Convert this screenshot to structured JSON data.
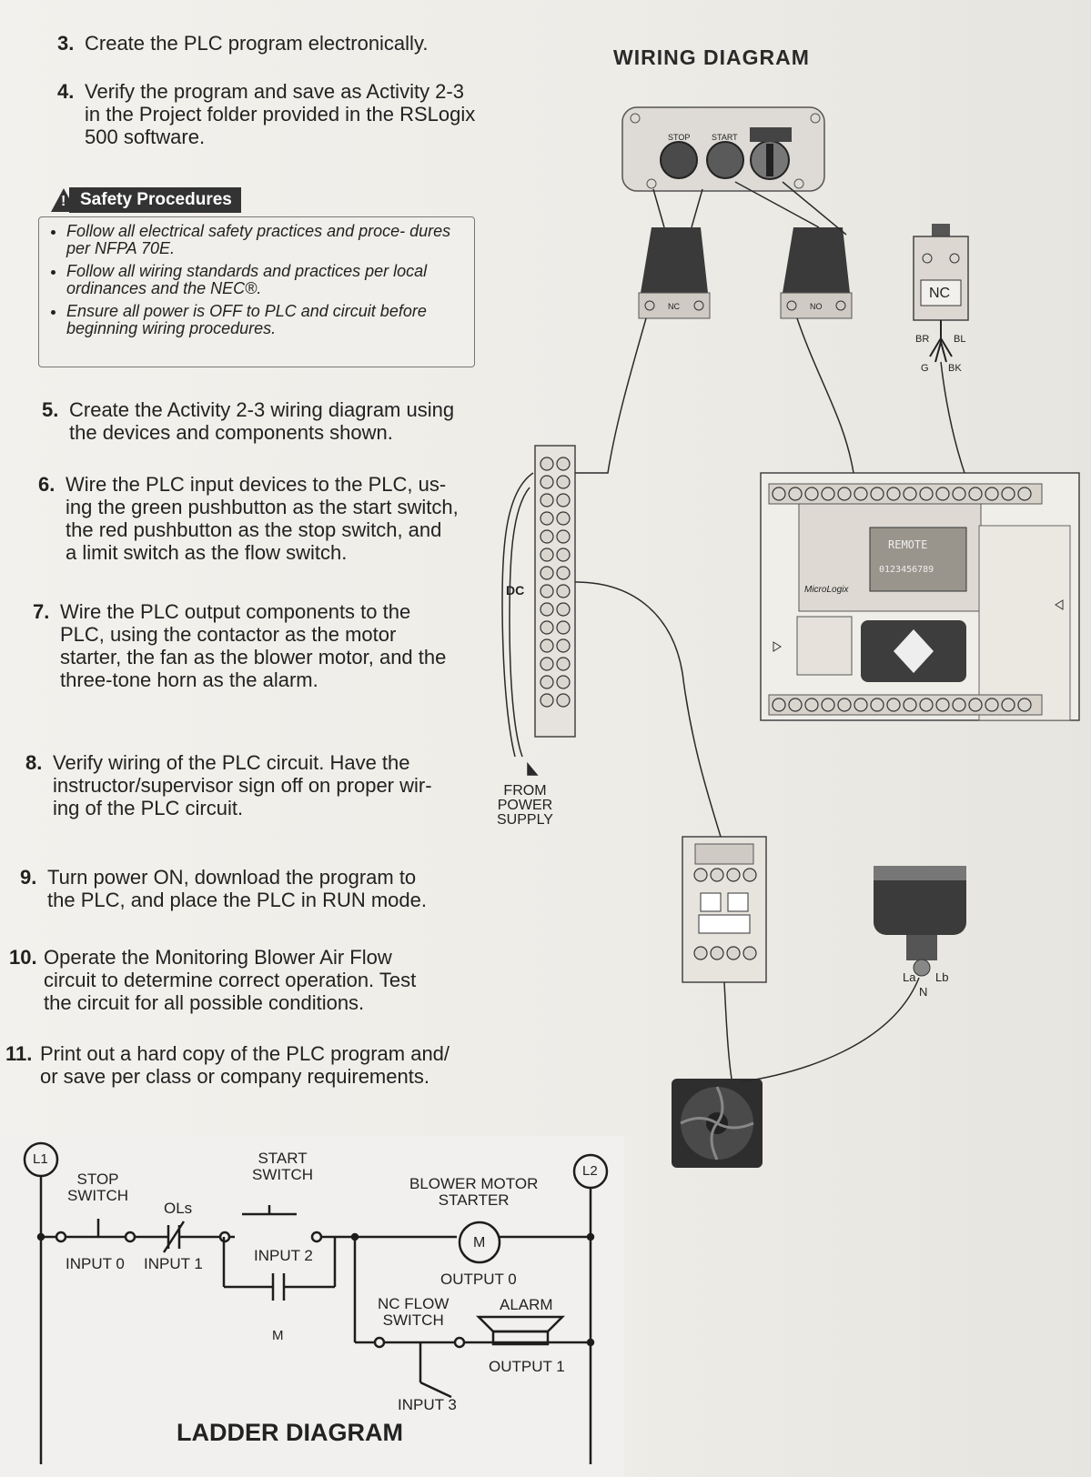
{
  "steps": {
    "s3": {
      "num": "3.",
      "text": "Create the PLC program electronically."
    },
    "s4": {
      "num": "4.",
      "line1": "Verify the program and save as Activity 2-3",
      "line2": "in the Project folder provided in the RSLogix",
      "line3": "500 software."
    },
    "s5": {
      "num": "5.",
      "line1": "Create the Activity 2-3 wiring diagram using",
      "line2": "the devices and components shown."
    },
    "s6": {
      "num": "6.",
      "line1": "Wire the PLC input devices to the PLC, us-",
      "line2": "ing the green pushbutton as the start switch,",
      "line3": "the red pushbutton as the stop switch, and",
      "line4": "a limit switch as the flow switch."
    },
    "s7": {
      "num": "7.",
      "line1": "Wire the PLC output components to the",
      "line2": "PLC, using the contactor as the motor",
      "line3": "starter, the fan as the blower motor, and the",
      "line4": "three-tone horn as the alarm."
    },
    "s8": {
      "num": "8.",
      "line1": "Verify wiring of the PLC circuit. Have the",
      "line2": "instructor/supervisor sign off on proper wir-",
      "line3": "ing of the PLC circuit."
    },
    "s9": {
      "num": "9.",
      "line1": "Turn power ON, download the program to",
      "line2": "the PLC, and place the PLC in RUN mode."
    },
    "s10": {
      "num": "10.",
      "line1": "Operate the Monitoring Blower Air Flow",
      "line2": "circuit to determine correct operation. Test",
      "line3": "the circuit for all possible conditions."
    },
    "s11": {
      "num": "11.",
      "line1": "Print out a hard copy of the PLC program and/",
      "line2": "or save per class or company requirements."
    }
  },
  "safety": {
    "title": "Safety Procedures",
    "icon": "warning-triangle-icon",
    "items": [
      "Follow all electrical safety practices and proce- dures per NFPA 70E.",
      "Follow all wiring standards and practices per local ordinances and the NEC®.",
      "Ensure all power is OFF to PLC and circuit before beginning wiring procedures."
    ]
  },
  "wiring": {
    "title": "WIRING DIAGRAM",
    "stop": "STOP",
    "start": "START",
    "nc": "NC",
    "no": "NO",
    "ls_nc": "NC",
    "wires": {
      "br": "BR",
      "bl": "BL",
      "g": "G",
      "bk": "BK"
    },
    "dc": "DC",
    "supply": [
      "FROM",
      "POWER",
      "SUPPLY"
    ],
    "plc_brand": "MicroLogix",
    "plc_display": [
      "REMOTE",
      "0123456789"
    ],
    "horn_la": "La",
    "horn_lb": "Lb",
    "horn_n": "N"
  },
  "ladder": {
    "title": "LADDER DIAGRAM",
    "l1": "L1",
    "l2": "L2",
    "stop": [
      "STOP",
      "SWITCH"
    ],
    "start": [
      "START",
      "SWITCH"
    ],
    "ols": "OLs",
    "input0": "INPUT 0",
    "input1": "INPUT 1",
    "input2": "INPUT 2",
    "input3": "INPUT 3",
    "motor_starter": [
      "BLOWER MOTOR",
      "STARTER"
    ],
    "m": "M",
    "output0": "OUTPUT 0",
    "output1": "OUTPUT 1",
    "nc_flow": [
      "NC FLOW",
      "SWITCH"
    ],
    "alarm": "ALARM",
    "seal_m": "M"
  },
  "colors": {
    "text": "#1d1d1f",
    "safety_tag": "#333333",
    "ladder_bg": "#f1f0ee"
  }
}
